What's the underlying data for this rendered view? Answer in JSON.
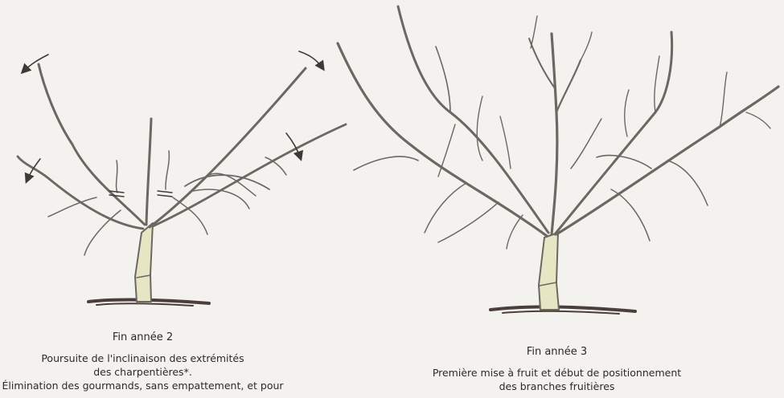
{
  "figure_1": {
    "title": "Fin année 2",
    "description_lines": [
      "Poursuite de l'inclinaison des extrémités",
      "des charpentières*.",
      "Élimination des gourmands, sans empattement, et pour"
    ]
  },
  "figure_2": {
    "title": "Fin année 3",
    "description_lines": [
      "Première mise à fruit et début de positionnement",
      "des branches fruitières"
    ]
  },
  "colors": {
    "bark": "#6d6763",
    "trunk_fill": "#e7e6c4",
    "ground": "#4a3f3a",
    "arrow": "#3f3a36"
  }
}
